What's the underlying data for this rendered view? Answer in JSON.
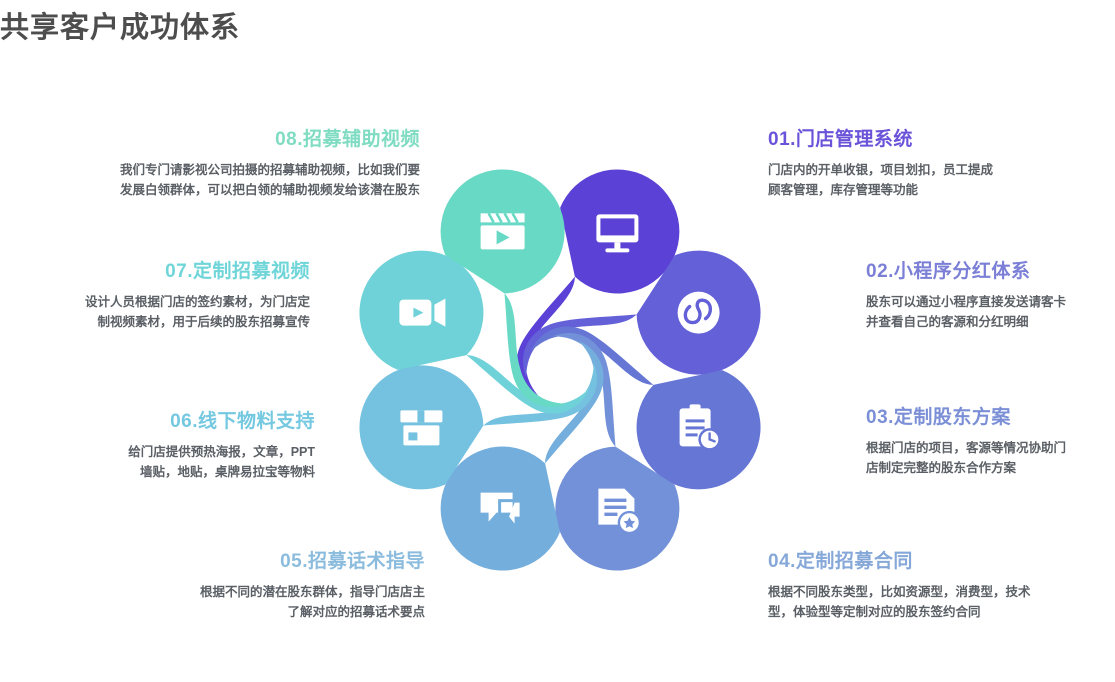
{
  "page": {
    "title": "共享客户成功体系",
    "title_color": "#4d4d4d",
    "background": "#ffffff"
  },
  "wheel": {
    "name": "eight-petal-pinwheel",
    "petal_count": 8,
    "rotation": "clockwise",
    "petals": [
      {
        "number": "01",
        "icon": "monitor-icon",
        "color": "#5b41d6"
      },
      {
        "number": "02",
        "icon": "mini-program-icon",
        "color": "#6460d8"
      },
      {
        "number": "03",
        "icon": "clipboard-clock-icon",
        "color": "#6576d4"
      },
      {
        "number": "04",
        "icon": "document-star-icon",
        "color": "#7291d8"
      },
      {
        "number": "05",
        "icon": "chat-bubbles-icon",
        "color": "#74aedd"
      },
      {
        "number": "06",
        "icon": "package-box-icon",
        "color": "#74c2e0"
      },
      {
        "number": "07",
        "icon": "video-camera-icon",
        "color": "#6fd2d8"
      },
      {
        "number": "08",
        "icon": "clapperboard-icon",
        "color": "#68d9c4"
      }
    ]
  },
  "items": [
    {
      "number": "01",
      "title": "01.门店管理系统",
      "desc": "门店内的开单收银，项目划扣，员工提成\n顾客管理，库存管理等功能",
      "color": "#6a53d9",
      "side": "right"
    },
    {
      "number": "02",
      "title": "02.小程序分红体系",
      "desc": "股东可以通过小程序直接发送请客卡\n并查看自己的客源和分红明细",
      "color": "#7b7fd6",
      "side": "right"
    },
    {
      "number": "03",
      "title": "03.定制股东方案",
      "desc": "根据门店的项目，客源等情况协助门\n店制定完整的股东合作方案",
      "color": "#7b8fd6",
      "side": "right"
    },
    {
      "number": "04",
      "title": "04.定制招募合同",
      "desc": "根据不同股东类型，比如资源型，消费型，技术\n型，体验型等定制对应的股东签约合同",
      "color": "#85a8d8",
      "side": "right"
    },
    {
      "number": "05",
      "title": "05.招募话术指导",
      "desc": "根据不同的潜在股东群体，指导门店店主\n了解对应的招募话术要点",
      "color": "#8cbcdd",
      "side": "left"
    },
    {
      "number": "06",
      "title": "06.线下物料支持",
      "desc": "给门店提供预热海报，文章，PPT\n墙贴，地贴，桌牌易拉宝等物料",
      "color": "#74c8e0",
      "side": "left"
    },
    {
      "number": "07",
      "title": "07.定制招募视频",
      "desc": "设计人员根据门店的签约素材，为门店定\n制视频素材，用于后续的股东招募宣传",
      "color": "#6fd5d8",
      "side": "left"
    },
    {
      "number": "08",
      "title": "08.招募辅助视频",
      "desc": "我们专门请影视公司拍摄的招募辅助视频，比如我们要\n发展白领群体，可以把白领的辅助视频发给该潜在股东",
      "color": "#7fdcc2",
      "side": "left"
    }
  ]
}
